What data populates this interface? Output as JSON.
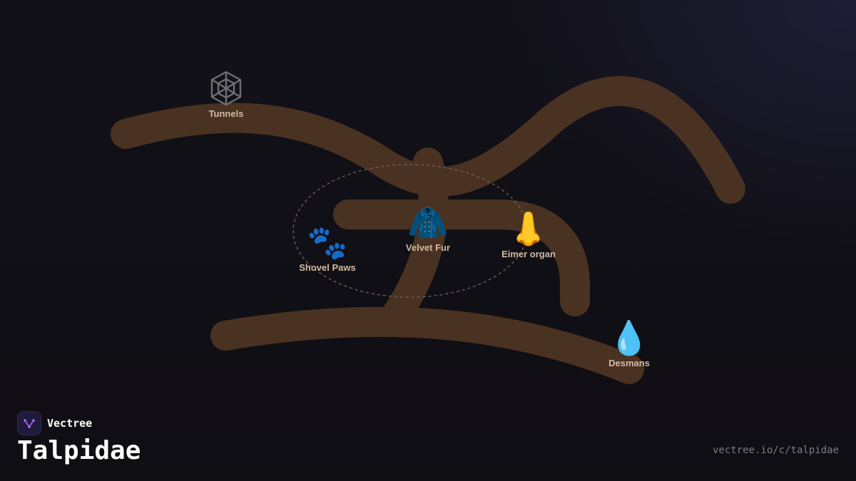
{
  "title": "Talpidae",
  "brand": {
    "name": "Vectree",
    "logo_icon": "vectree-logo-icon",
    "logo_color": "#a855f7"
  },
  "source_url": "vectree.io/c/talpidae",
  "colors": {
    "background": "#100f15",
    "path": "#4a3223",
    "label": "#d3b9a2",
    "ring": "#7a6252"
  },
  "nodes": [
    {
      "id": "tunnels",
      "label": "Tunnels",
      "icon": "spider-web-icon",
      "glyph": "🕸️"
    },
    {
      "id": "velvet-fur",
      "label": "Velvet Fur",
      "icon": "coat-icon",
      "glyph": "🧥"
    },
    {
      "id": "shovel-paws",
      "label": "Shovel Paws",
      "icon": "paw-prints-icon",
      "glyph": "🐾"
    },
    {
      "id": "eimer-organ",
      "label": "Eimer organ",
      "icon": "nose-icon",
      "glyph": "👃"
    },
    {
      "id": "desmans",
      "label": "Desmans",
      "icon": "droplet-icon",
      "glyph": "💧"
    }
  ]
}
